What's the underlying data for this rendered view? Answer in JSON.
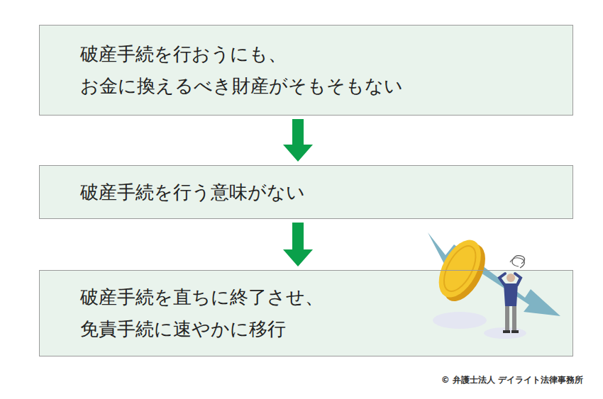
{
  "diagram": {
    "nodes": [
      {
        "text": [
          "破産手続を行おうにも、 お金に換えるべき財産がそもそもない"
        ]
      },
      {
        "text": [
          "破産手続を行う意味がない"
        ]
      },
      {
        "text": [
          "破産手続を直ちに終了させ、 免責手続に速やかに移行"
        ]
      }
    ],
    "edges": [
      {
        "from": 0,
        "to": 1,
        "arrow": "to"
      },
      {
        "from": 1,
        "to": 2,
        "arrow": "to"
      }
    ],
    "labels": [
      "© 弁護士法人 デイライト法律事務所"
    ]
  }
}
